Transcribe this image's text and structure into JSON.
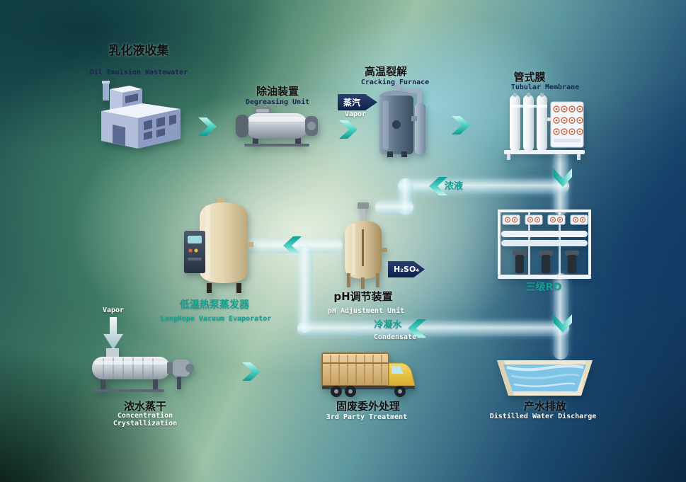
{
  "nodes": {
    "collection": {
      "zh": "乳化液收集",
      "en": "Oil Emulsion Wastewater"
    },
    "degreasing": {
      "zh": "除油装置",
      "en": "Degreasing Unit"
    },
    "cracking": {
      "zh": "高温裂解",
      "en": "Cracking Furnace"
    },
    "membrane": {
      "zh": "管式膜",
      "en": "Tubular Membrane"
    },
    "ro": {
      "zh": "三级RO"
    },
    "ph": {
      "zh": "pH调节装置",
      "en": "pH Adjustment Unit"
    },
    "evaporator": {
      "zh": "低温热泵蒸发器",
      "en": "LongHope Vacuum Evaporator"
    },
    "crystallization": {
      "zh": "浓水蒸干",
      "en_line1": "Concentration",
      "en_line2": "Crystallization"
    },
    "disposal": {
      "zh": "固废委外处理",
      "en": "3rd Party Treatment"
    },
    "discharge": {
      "zh": "产水排放",
      "en": "Distilled Water Discharge"
    }
  },
  "tags": {
    "vapor_in": {
      "zh": "蒸汽",
      "en": "Vapor"
    },
    "h2so4": {
      "label": "H₂SO₄"
    },
    "vapor_out": {
      "en": "Vapor"
    },
    "concentrate": {
      "zh": "浓液"
    },
    "condensate": {
      "zh": "冷凝水",
      "en": "Condensate"
    }
  },
  "colors": {
    "arrow_teal": "#14a89a",
    "pipe_blue": "#cdeefb",
    "tag_navy": "#13214d",
    "teal_text": "#12a092"
  }
}
